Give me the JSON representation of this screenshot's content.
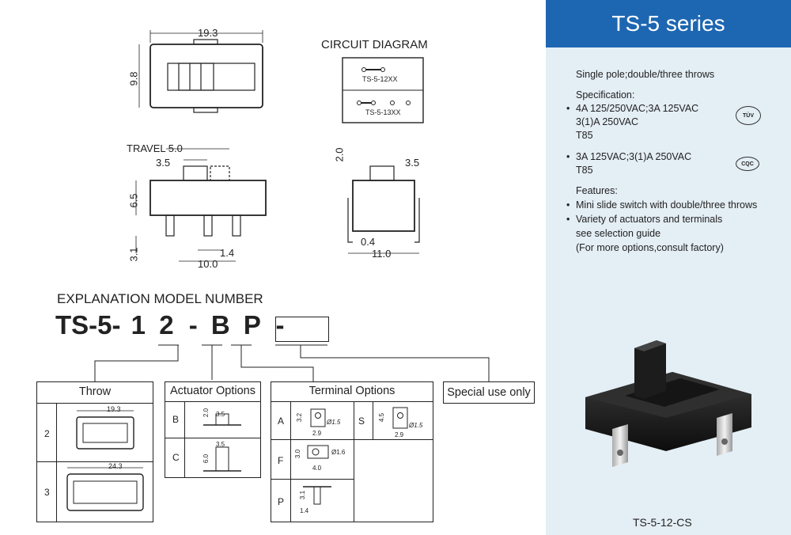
{
  "header": {
    "title": "TS-5 series"
  },
  "specs": {
    "line1": "Single pole;double/three throws",
    "spec_title": "Specification:",
    "spec1_a": "4A 125/250VAC;3A 125VAC",
    "spec1_b": "3(1)A 250VAC",
    "spec1_c": "T85",
    "spec2_a": "3A 125VAC;3(1)A 250VAC",
    "spec2_b": "T85",
    "features_title": "Features:",
    "feat1": "Mini slide switch with double/three throws",
    "feat2": "Variety of actuators and terminals",
    "feat3": "see selection guide",
    "feat4": "(For more options,consult factory)",
    "tuv_mark": "TÜV",
    "cqc_mark": "CQC"
  },
  "photo": {
    "caption": "TS-5-12-CS"
  },
  "drawing": {
    "dim_19_3": "19.3",
    "dim_9_8": "9.8",
    "travel": "TRAVEL 5.0",
    "dim_3_5a": "3.5",
    "dim_6_5": "6.5",
    "dim_3_1": "3.1",
    "dim_1_4": "1.4",
    "dim_10_0": "10.0",
    "dim_2_0": "2.0",
    "dim_3_5b": "3.5",
    "dim_0_4": "0.4",
    "dim_11_0": "11.0"
  },
  "circuit": {
    "title": "CIRCUIT DIAGRAM",
    "label1": "TS-5-12XX",
    "label2": "TS-5-13XX"
  },
  "model": {
    "title": "EXPLANATION MODEL NUMBER",
    "p_ts5": "TS-5-",
    "p_1": "1",
    "p_2": "2",
    "p_dash1": "-",
    "p_b": "B",
    "p_p": "P",
    "p_dash2": "-"
  },
  "throw": {
    "title": "Throw",
    "row1": "2",
    "row2": "3",
    "dim1": "19.3",
    "dim2": "24.3"
  },
  "actuator": {
    "title": "Actuator Options",
    "row1": "B",
    "row2": "C",
    "b_h": "2.0",
    "b_w": "3.5",
    "c_h": "6.0",
    "c_w": "3.5"
  },
  "terminal": {
    "title": "Terminal Options",
    "a": "A",
    "s": "S",
    "f": "F",
    "p": "P",
    "a_h": "3.2",
    "a_d": "Ø1.5",
    "a_w": "2.9",
    "s_h": "4.5",
    "s_d": "Ø1.5",
    "s_w": "2.9",
    "f_h": "3.0",
    "f_d": "Ø1.6",
    "f_w": "4.0",
    "p_h": "3.1",
    "p_w": "1.4"
  },
  "special": {
    "title": "Special use only"
  }
}
